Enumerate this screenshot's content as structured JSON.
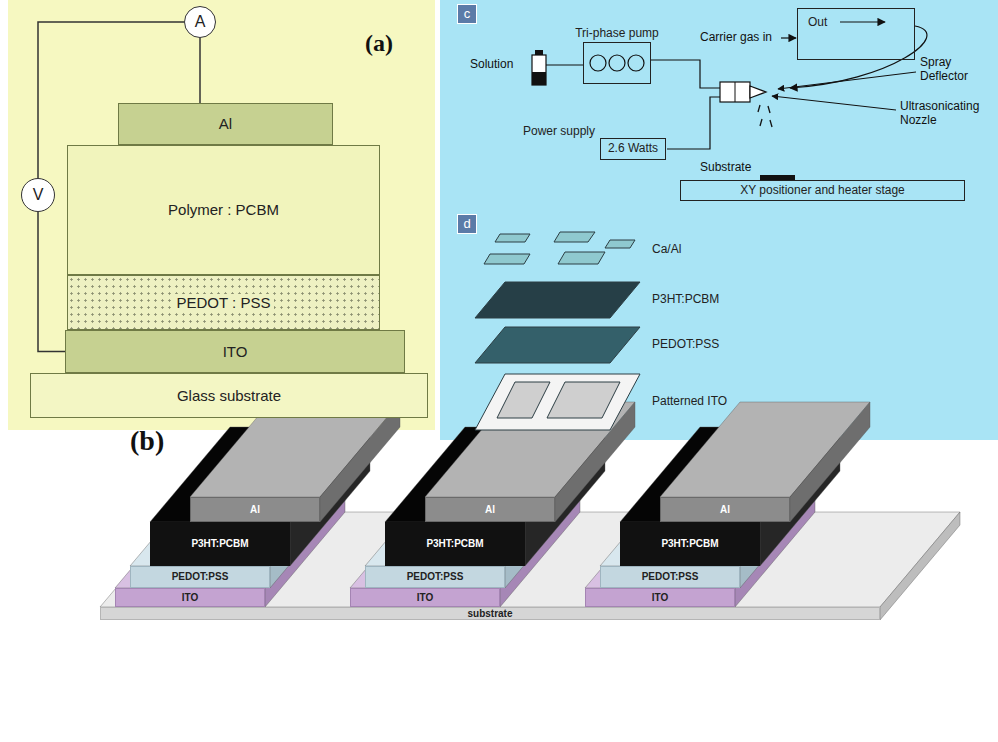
{
  "diagram": {
    "nodes": [
      {
        "text": [
          "Al"
        ]
      },
      {
        "text": [
          "Polymer : PCBM"
        ]
      },
      {
        "text": [
          "PEDOT : PSS"
        ]
      },
      {
        "text": [
          "ITO"
        ]
      },
      {
        "text": [
          "Glass substrate"
        ]
      },
      {
        "text": [
          "A"
        ]
      },
      {
        "text": [
          "V"
        ]
      },
      {
        "text": [
          "c"
        ]
      },
      {
        "text": [
          "Tri-phase pump"
        ]
      },
      {
        "text": [
          "Power supply",
          "2.6 Watts"
        ]
      },
      {
        "text": [
          "Out"
        ]
      },
      {
        "text": [
          "XY positioner and heater stage"
        ]
      },
      {
        "text": [
          "d"
        ]
      },
      {
        "text": [
          "Ca/Al"
        ]
      },
      {
        "text": [
          "P3HT:PCBM"
        ]
      },
      {
        "text": [
          "PEDOT:PSS"
        ]
      },
      {
        "text": [
          "Patterned ITO"
        ]
      },
      {
        "text": [
          "Al"
        ]
      },
      {
        "text": [
          "P3HT:PCBM"
        ]
      },
      {
        "text": [
          "PEDOT:PSS"
        ]
      },
      {
        "text": [
          "ITO"
        ]
      },
      {
        "text": [
          "Al"
        ]
      },
      {
        "text": [
          "P3HT:PCBM"
        ]
      },
      {
        "text": [
          "PEDOT:PSS"
        ]
      },
      {
        "text": [
          "ITO"
        ]
      },
      {
        "text": [
          "Al"
        ]
      },
      {
        "text": [
          "P3HT:PCBM"
        ]
      },
      {
        "text": [
          "PEDOT:PSS"
        ]
      },
      {
        "text": [
          "ITO"
        ]
      },
      {
        "text": [
          "substrate"
        ]
      }
    ],
    "edges": [
      {
        "from": 5,
        "to": 0,
        "arrow": "none"
      },
      {
        "from": 6,
        "to": 5,
        "arrow": "none"
      },
      {
        "from": 6,
        "to": 3,
        "arrow": "none"
      }
    ],
    "labels": [
      "(a)",
      "Solution",
      "Carrier gas in",
      "Spray Deflector",
      "Ultrasonicating Nozzle",
      "Substrate",
      "(b)"
    ]
  }
}
